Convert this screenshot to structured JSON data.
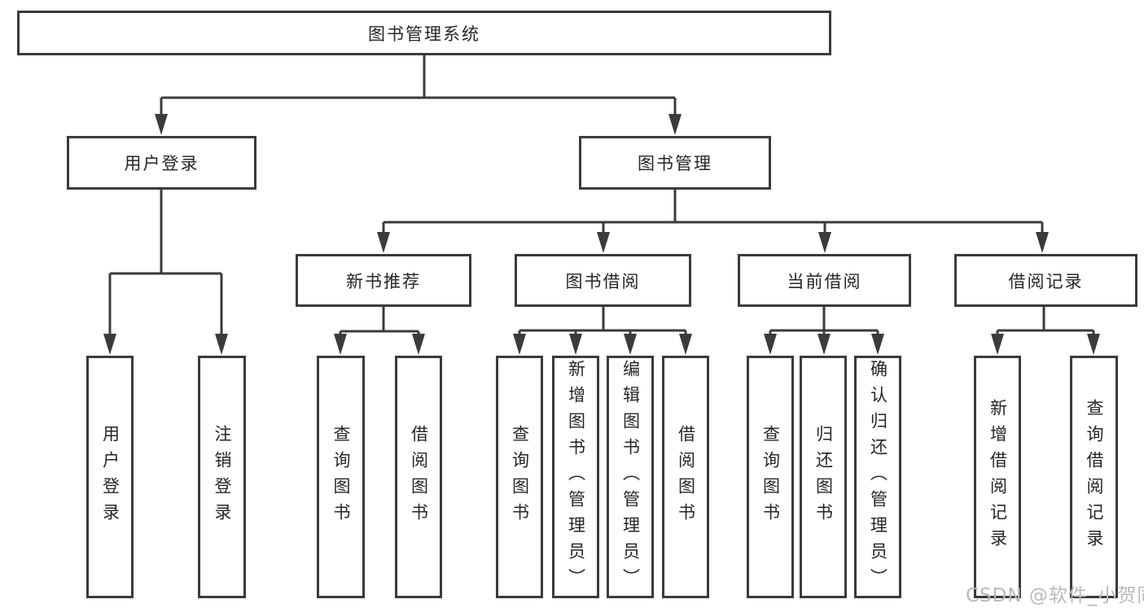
{
  "tree": {
    "root": "图书管理系统",
    "level2": [
      {
        "label": "用户登录"
      },
      {
        "label": "图书管理"
      }
    ],
    "level3": [
      {
        "label": "新书推荐"
      },
      {
        "label": "图书借阅"
      },
      {
        "label": "当前借阅"
      },
      {
        "label": "借阅记录"
      }
    ],
    "leaves": {
      "login": [
        {
          "label": "用户登录"
        },
        {
          "label": "注销登录"
        }
      ],
      "recommend": [
        {
          "label": "查询图书"
        },
        {
          "label": "借阅图书"
        }
      ],
      "borrow": [
        {
          "label": "查询图书"
        },
        {
          "label": "新增图书（管理员）"
        },
        {
          "label": "编辑图书（管理员）"
        },
        {
          "label": "借阅图书"
        }
      ],
      "current": [
        {
          "label": "查询图书"
        },
        {
          "label": "归还图书"
        },
        {
          "label": "确认归还（管理员）"
        }
      ],
      "records": [
        {
          "label": "新增借阅记录"
        },
        {
          "label": "查询借阅记录"
        }
      ]
    }
  },
  "watermark": "CSDN @软件_小贺同学",
  "colors": {
    "line": "#3b3b3b",
    "text": "#262626",
    "watermark": "#b9b9b9",
    "background": "#ffffff"
  }
}
